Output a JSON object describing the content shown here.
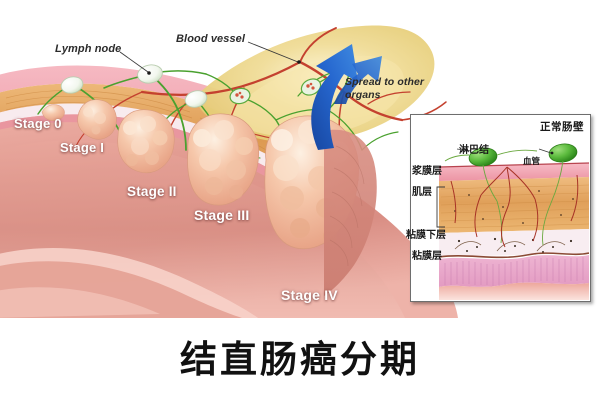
{
  "figure": {
    "title": "结直肠癌分期",
    "title_meaning_icon": "colorectal-cancer-staging"
  },
  "illustration": {
    "annotations": [
      {
        "id": "lymph-node",
        "text": "Lymph node"
      },
      {
        "id": "blood-vessel",
        "text": "Blood vessel"
      },
      {
        "id": "spread",
        "text": "Spread to other organs"
      }
    ],
    "stages": [
      {
        "id": "stage-0",
        "label": "Stage 0"
      },
      {
        "id": "stage-1",
        "label": "Stage I"
      },
      {
        "id": "stage-2",
        "label": "Stage II"
      },
      {
        "id": "stage-3",
        "label": "Stage III"
      },
      {
        "id": "stage-4",
        "label": "Stage IV"
      }
    ],
    "colors": {
      "bowel_lumen": "#e6a096",
      "serosa_pink": "#f0a7b0",
      "muscle_tan": "#e0a362",
      "submucosa_white": "#f6e7ea",
      "fat_yellow": "#ecd487",
      "tumor_peach": "#f2b99c",
      "lymph_green": "#5fbb48",
      "vessel_red": "#c0392b",
      "arrow_blue": "#1f5fbf",
      "background": "#ffffff"
    }
  },
  "inset": {
    "title": "正常肠壁",
    "callouts": [
      {
        "id": "lymph-node",
        "text": "淋巴结"
      },
      {
        "id": "blood-vessel",
        "text": "血管"
      }
    ],
    "layers": [
      {
        "id": "serosa",
        "label": "浆膜层"
      },
      {
        "id": "muscularis",
        "label": "肌层"
      },
      {
        "id": "submucosa",
        "label": "粘膜下层"
      },
      {
        "id": "mucosa",
        "label": "粘膜层"
      }
    ],
    "colors": {
      "serosa": "#f0a0ae",
      "muscularis": "#e3a35e",
      "submucosa": "#f7eaf0",
      "mucosa": "#e9a8c8",
      "lymph_green": "#4cb03a",
      "vessel_red": "#b83227",
      "border": "#6e6e6e"
    }
  }
}
